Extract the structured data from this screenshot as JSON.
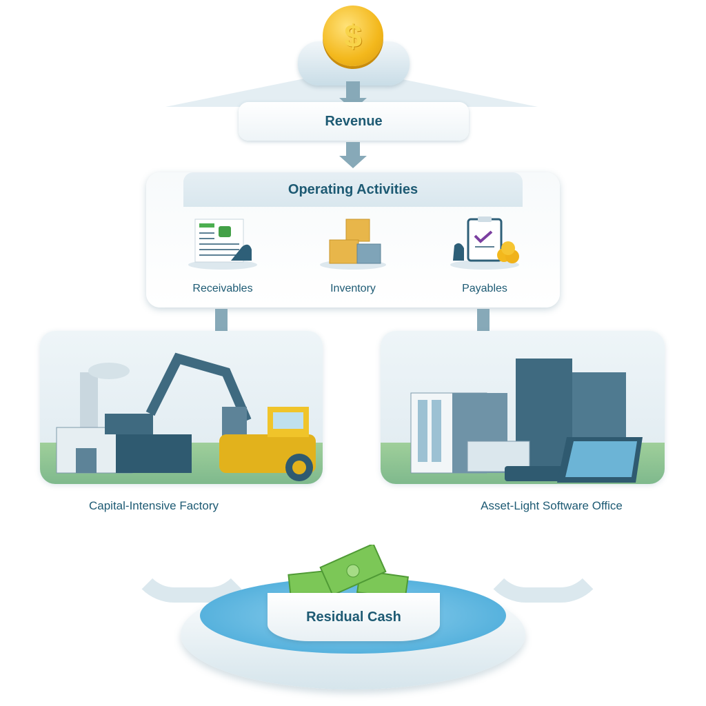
{
  "diagram": {
    "top": {
      "icon": "dollar-coin-icon",
      "symbol": "$"
    },
    "revenue": {
      "label": "Revenue"
    },
    "operating": {
      "title": "Operating Activities",
      "items": [
        {
          "label": "Receivables",
          "icon": "invoice-document-icon"
        },
        {
          "label": "Inventory",
          "icon": "boxes-icon"
        },
        {
          "label": "Payables",
          "icon": "clipboard-check-coins-icon"
        }
      ]
    },
    "branches": [
      {
        "label": "Capital-Intensive Factory",
        "icon": "factory-machinery-icon"
      },
      {
        "label": "Asset-Light Software Office",
        "icon": "office-buildings-tablet-icon"
      }
    ],
    "result": {
      "label": "Residual Cash",
      "icon": "cash-stack-icon"
    }
  },
  "colors": {
    "text": "#1d5a73",
    "arrow": "#87a9b8",
    "coin": "#f3b81c",
    "water": "#3fa5d6",
    "cash": "#7cc757"
  }
}
